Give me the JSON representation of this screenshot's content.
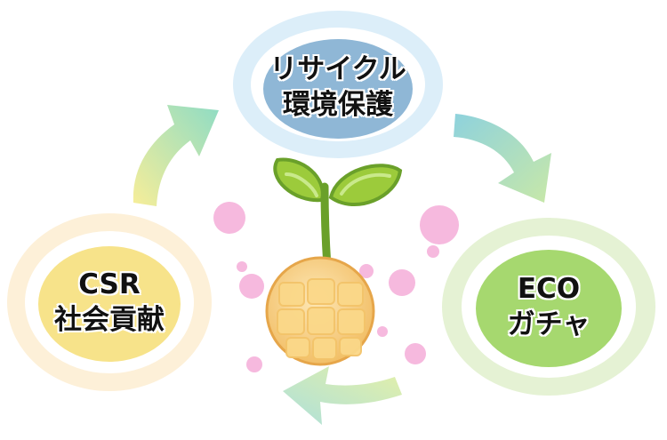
{
  "nodes": {
    "top": {
      "line1": "リサイクル",
      "line2": "環境保護",
      "color": "#8fb7d6",
      "ring": "#dceef9"
    },
    "left": {
      "line1": "CSR",
      "line2": "社会貢献",
      "color": "#f7e38a",
      "ring": "#fdf0d8"
    },
    "right": {
      "line1": "ECO",
      "line2": "ガチャ",
      "color": "#a6d86f",
      "ring": "#e5f2d4"
    }
  },
  "arrows": {
    "left_to_top": {
      "from": "#f7ee99",
      "to": "#8fdcc4"
    },
    "top_to_right": {
      "from": "#8ed2dd",
      "to": "#c8e8a8"
    },
    "right_to_left": {
      "from": "#e4f0a8",
      "to": "#aee0da"
    }
  },
  "decor": {
    "dots": "#f6b9de",
    "sprout": "#9ccb3b",
    "capsule": "#f5c66e"
  }
}
